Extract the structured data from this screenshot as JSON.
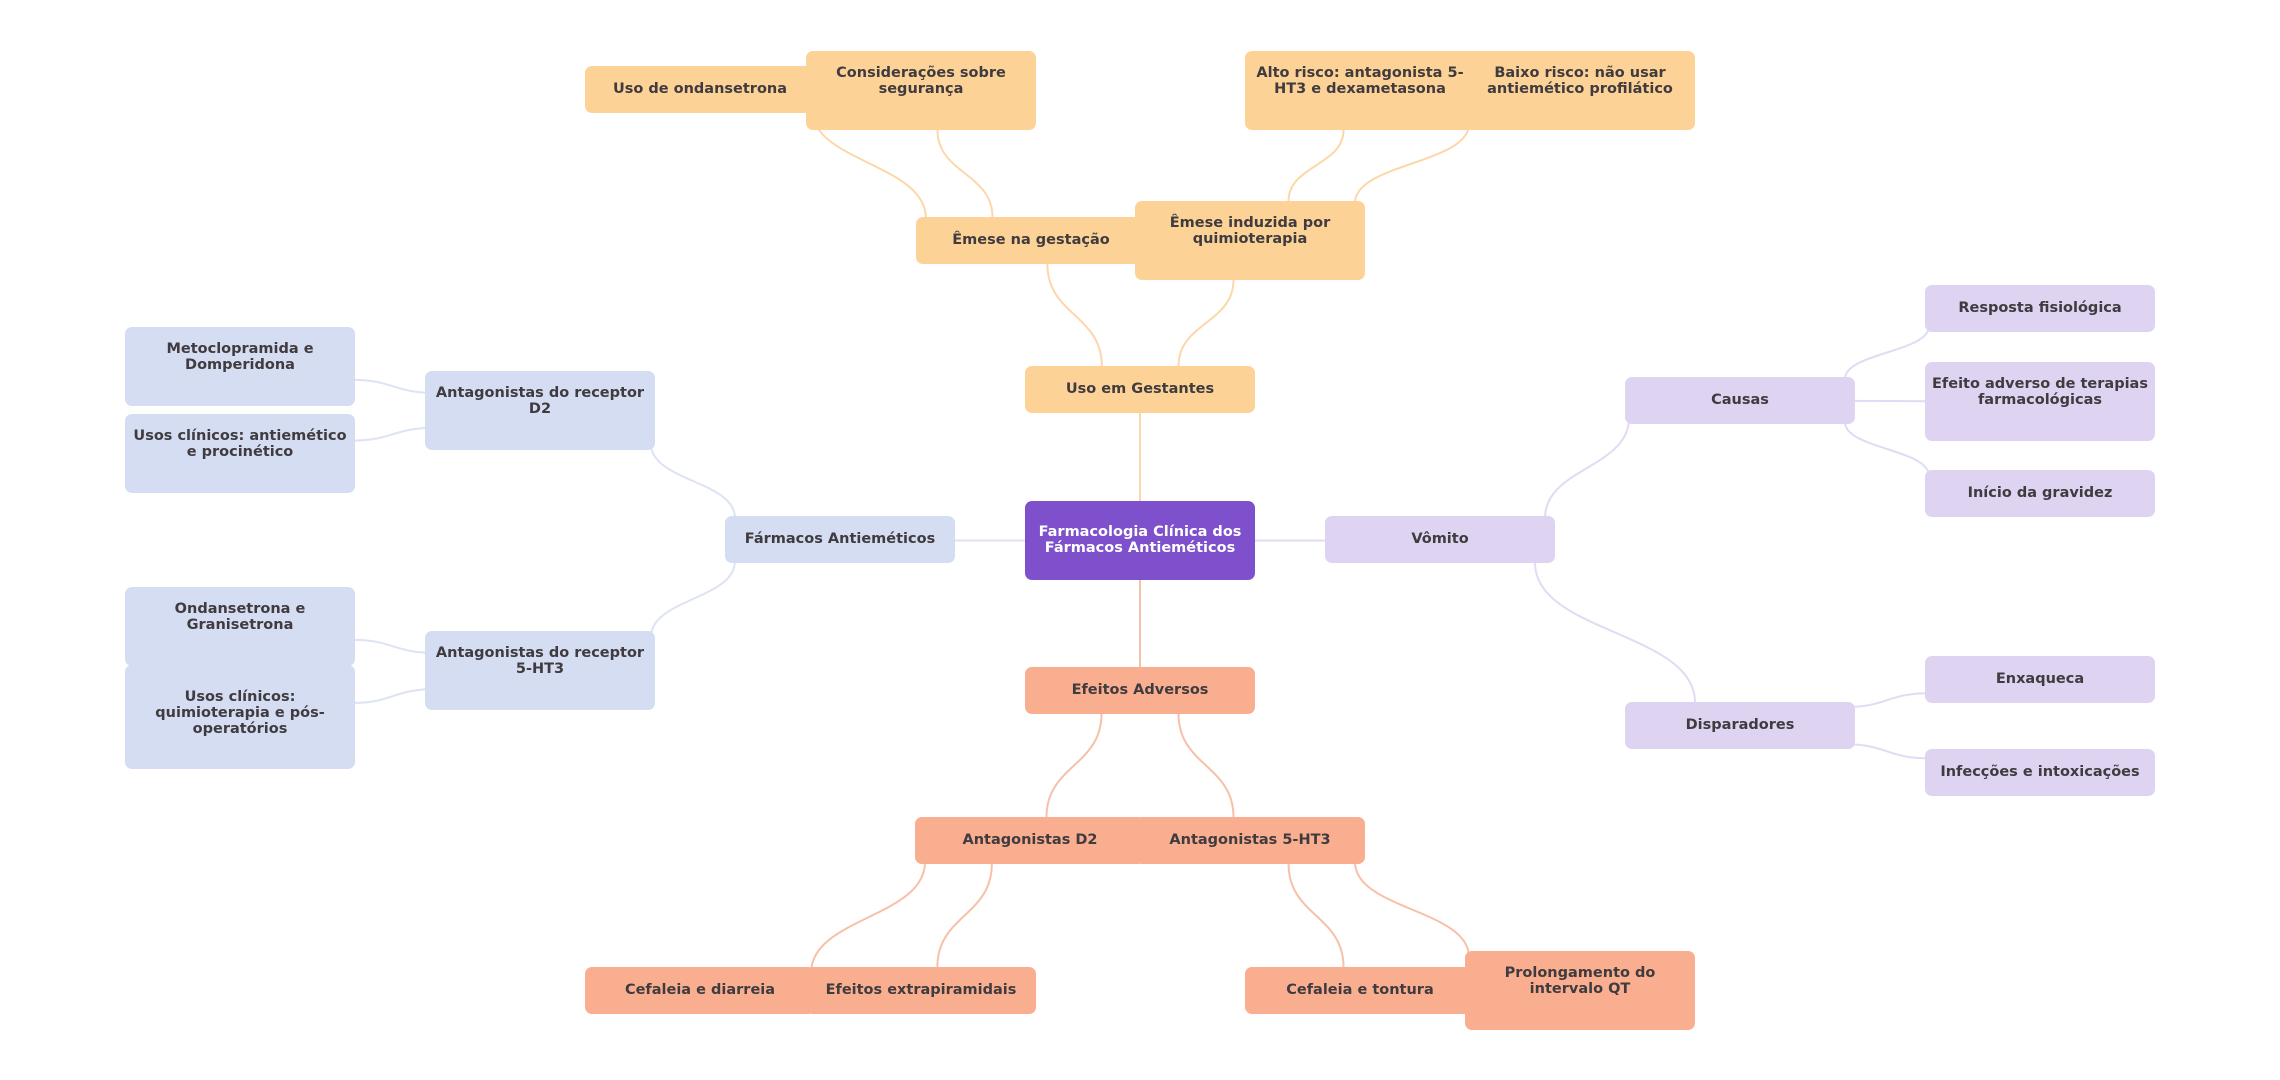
{
  "title": "Farmacologia Clínica dos Fármacos Antieméticos",
  "colors": {
    "root": "#7e50cb",
    "branch_gestantes": "#fdd297",
    "branch_farmacos": "#d5ddf2",
    "branch_vomito": "#ded3f1",
    "branch_efeitos": "#f9ae90",
    "link_gestantes": "#fcd7aa",
    "link_farmacos": "#dde3f4",
    "link_vomito": "#e3daf4",
    "link_efeitos": "#f8c0a8"
  },
  "mindmap": {
    "root": {
      "id": "root",
      "label": "Farmacologia Clínica dos Fármacos Antieméticos"
    },
    "branches": [
      {
        "id": "gestantes",
        "label": "Uso em Gestantes",
        "color": "orange",
        "children": [
          {
            "id": "emese_gestacao",
            "label": "Êmese na gestação",
            "children": [
              {
                "id": "ondansetrona",
                "label": "Uso de ondansetrona"
              },
              {
                "id": "seguranca",
                "label": "Considerações sobre segurança"
              }
            ]
          },
          {
            "id": "emese_quimio",
            "label": "Êmese induzida por quimioterapia",
            "children": [
              {
                "id": "alto_risco",
                "label": "Alto risco: antagonista 5-HT3 e dexametasona"
              },
              {
                "id": "baixo_risco",
                "label": "Baixo risco: não usar antiemético profilático"
              }
            ]
          }
        ]
      },
      {
        "id": "farmacos",
        "label": "Fármacos Antieméticos",
        "color": "blue",
        "children": [
          {
            "id": "ant_d2",
            "label": "Antagonistas do receptor D2",
            "children": [
              {
                "id": "metoclopramida",
                "label": "Metoclopramida e Domperidona"
              },
              {
                "id": "usos_d2",
                "label": "Usos clínicos: antiemético e procinético"
              }
            ]
          },
          {
            "id": "ant_5ht3",
            "label": "Antagonistas do receptor 5-HT3",
            "children": [
              {
                "id": "ondansetrona_gran",
                "label": "Ondansetrona e Granisetrona"
              },
              {
                "id": "usos_5ht3",
                "label": "Usos clínicos: quimioterapia e pós-operatórios"
              }
            ]
          }
        ]
      },
      {
        "id": "vomito",
        "label": "Vômito",
        "color": "purple",
        "children": [
          {
            "id": "causas",
            "label": "Causas",
            "children": [
              {
                "id": "resposta",
                "label": "Resposta fisiológica"
              },
              {
                "id": "efeito_adverso",
                "label": "Efeito adverso de terapias farmacológicas"
              },
              {
                "id": "gravidez",
                "label": "Início da gravidez"
              }
            ]
          },
          {
            "id": "disparadores",
            "label": "Disparadores",
            "children": [
              {
                "id": "enxaqueca",
                "label": "Enxaqueca"
              },
              {
                "id": "infeccoes",
                "label": "Infecções e intoxicações"
              }
            ]
          }
        ]
      },
      {
        "id": "efeitos",
        "label": "Efeitos Adversos",
        "color": "salmon",
        "children": [
          {
            "id": "ef_d2",
            "label": "Antagonistas D2",
            "children": [
              {
                "id": "cefaleia_diarreia",
                "label": "Cefaleia e diarreia"
              },
              {
                "id": "extrapiramidais",
                "label": "Efeitos extrapiramidais"
              }
            ]
          },
          {
            "id": "ef_5ht3",
            "label": "Antagonistas 5-HT3",
            "children": [
              {
                "id": "cefaleia_tontura",
                "label": "Cefaleia e tontura"
              },
              {
                "id": "qt",
                "label": "Prolongamento do intervalo QT"
              }
            ]
          }
        ]
      }
    ]
  }
}
